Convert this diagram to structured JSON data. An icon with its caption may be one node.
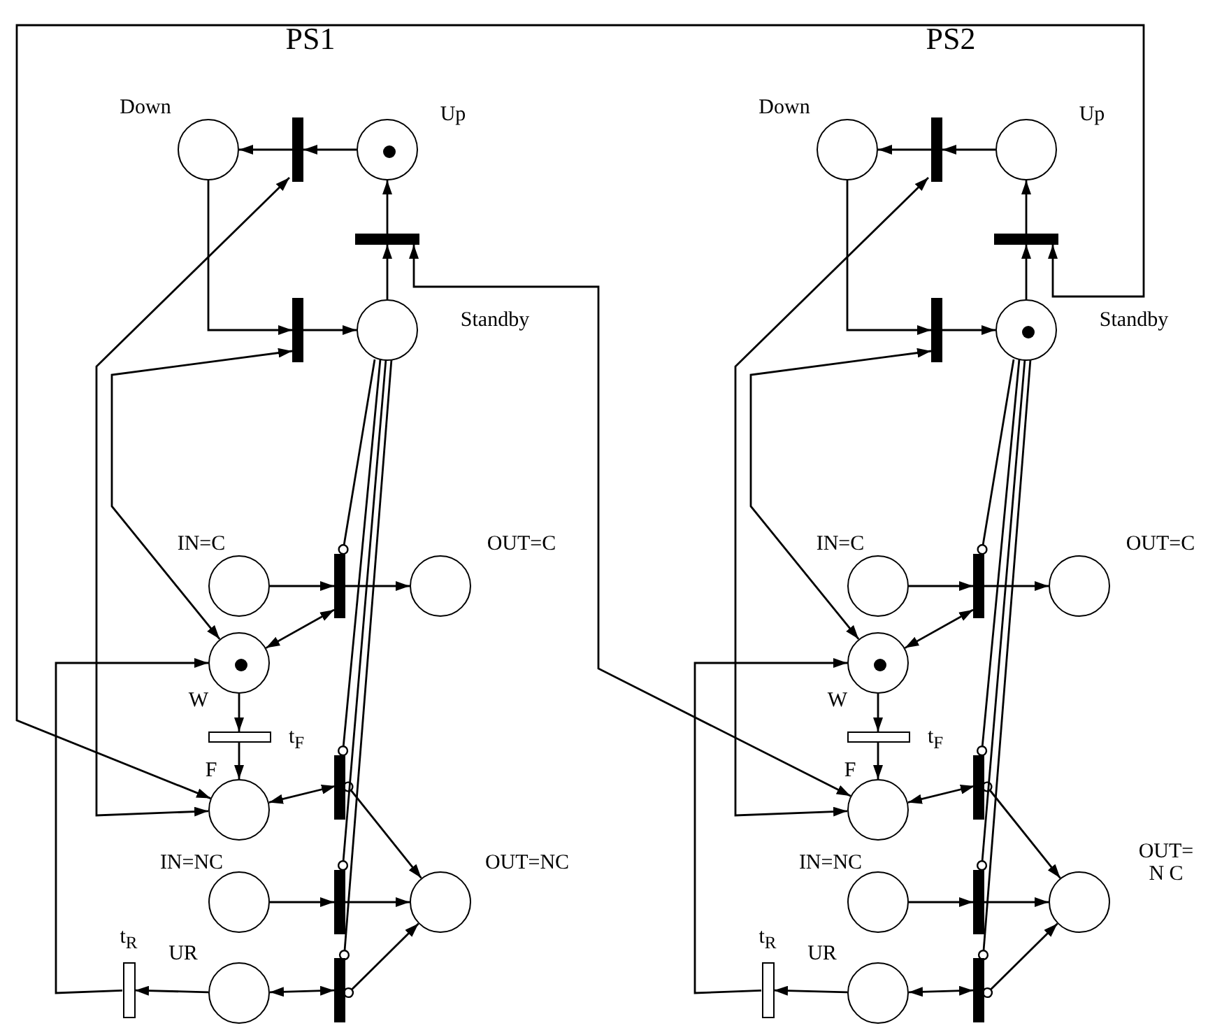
{
  "diagram": {
    "nodes": [
      {
        "text": [
          "Down"
        ]
      },
      {
        "text": [],
        "shape": "bar"
      },
      {
        "text": [
          "Up"
        ]
      },
      {
        "text": [],
        "shape": "bar"
      },
      {
        "text": [],
        "shape": "bar"
      },
      {
        "text": [
          "Standby"
        ]
      },
      {
        "text": [
          "IN=C"
        ]
      },
      {
        "text": [],
        "shape": "bar"
      },
      {
        "text": [
          "OUT=C"
        ]
      },
      {
        "text": [
          "W"
        ]
      },
      {
        "text": [
          "t$_{F}$"
        ]
      },
      {
        "text": [
          "F"
        ]
      },
      {
        "text": [],
        "shape": "bar"
      },
      {
        "text": [
          "IN=NC"
        ]
      },
      {
        "text": [],
        "shape": "bar"
      },
      {
        "text": [
          "OUT=NC"
        ]
      },
      {
        "text": [
          "t$_{R}$"
        ]
      },
      {
        "text": [
          "UR"
        ]
      },
      {
        "text": [],
        "shape": "bar"
      },
      {
        "text": [
          "Down"
        ]
      },
      {
        "text": [],
        "shape": "bar"
      },
      {
        "text": [
          "Up"
        ]
      },
      {
        "text": [],
        "shape": "bar"
      },
      {
        "text": [],
        "shape": "bar"
      },
      {
        "text": [
          "Standby"
        ]
      },
      {
        "text": [
          "IN=C"
        ]
      },
      {
        "text": [],
        "shape": "bar"
      },
      {
        "text": [
          "OUT=C"
        ]
      },
      {
        "text": [
          "W"
        ]
      },
      {
        "text": [
          "t$_{F}$"
        ]
      },
      {
        "text": [
          "F"
        ]
      },
      {
        "text": [],
        "shape": "bar"
      },
      {
        "text": [
          "IN=NC"
        ]
      },
      {
        "text": [],
        "shape": "bar"
      },
      {
        "text": [
          "OUT=N C"
        ]
      },
      {
        "text": [
          "t$_{R}$"
        ]
      },
      {
        "text": [
          "UR"
        ]
      },
      {
        "text": [],
        "shape": "bar"
      }
    ],
    "edges": [
      {
        "from": 2,
        "to": 1,
        "arrow": "to"
      },
      {
        "from": 1,
        "to": 0,
        "arrow": "to"
      },
      {
        "from": 0,
        "to": 4,
        "arrow": "to"
      },
      {
        "from": 4,
        "to": 5,
        "arrow": "to"
      },
      {
        "from": 5,
        "to": 3,
        "arrow": "to"
      },
      {
        "from": 3,
        "to": 2,
        "arrow": "to"
      },
      {
        "from": 6,
        "to": 7,
        "arrow": "to"
      },
      {
        "from": 7,
        "to": 8,
        "arrow": "to"
      },
      {
        "from": 9,
        "to": 7,
        "arrow": "both"
      },
      {
        "from": 5,
        "to": 7,
        "arrow": "other"
      },
      {
        "from": 9,
        "to": 10,
        "arrow": "to"
      },
      {
        "from": 10,
        "to": 11,
        "arrow": "to"
      },
      {
        "from": 11,
        "to": 12,
        "arrow": "both"
      },
      {
        "from": 5,
        "to": 12,
        "arrow": "other"
      },
      {
        "from": 12,
        "to": 15,
        "arrow": "to"
      },
      {
        "from": 13,
        "to": 14,
        "arrow": "to"
      },
      {
        "from": 14,
        "to": 15,
        "arrow": "to"
      },
      {
        "from": 5,
        "to": 14,
        "arrow": "other"
      },
      {
        "from": 17,
        "to": 18,
        "arrow": "both"
      },
      {
        "from": 5,
        "to": 18,
        "arrow": "other"
      },
      {
        "from": 18,
        "to": 15,
        "arrow": "to"
      },
      {
        "from": 17,
        "to": 16,
        "arrow": "to"
      },
      {
        "from": 16,
        "to": 9,
        "arrow": "to"
      },
      {
        "from": 1,
        "to": 11,
        "arrow": "both"
      },
      {
        "from": 4,
        "to": 9,
        "arrow": "both"
      },
      {
        "from": 21,
        "to": 20,
        "arrow": "to"
      },
      {
        "from": 20,
        "to": 19,
        "arrow": "to"
      },
      {
        "from": 19,
        "to": 23,
        "arrow": "to"
      },
      {
        "from": 23,
        "to": 24,
        "arrow": "to"
      },
      {
        "from": 24,
        "to": 22,
        "arrow": "to"
      },
      {
        "from": 22,
        "to": 21,
        "arrow": "to"
      },
      {
        "from": 25,
        "to": 26,
        "arrow": "to"
      },
      {
        "from": 26,
        "to": 27,
        "arrow": "to"
      },
      {
        "from": 28,
        "to": 26,
        "arrow": "both"
      },
      {
        "from": 24,
        "to": 26,
        "arrow": "other"
      },
      {
        "from": 28,
        "to": 29,
        "arrow": "to"
      },
      {
        "from": 29,
        "to": 30,
        "arrow": "to"
      },
      {
        "from": 30,
        "to": 31,
        "arrow": "both"
      },
      {
        "from": 24,
        "to": 31,
        "arrow": "other"
      },
      {
        "from": 31,
        "to": 34,
        "arrow": "to"
      },
      {
        "from": 32,
        "to": 33,
        "arrow": "to"
      },
      {
        "from": 33,
        "to": 34,
        "arrow": "to"
      },
      {
        "from": 24,
        "to": 33,
        "arrow": "other"
      },
      {
        "from": 36,
        "to": 37,
        "arrow": "both"
      },
      {
        "from": 24,
        "to": 37,
        "arrow": "other"
      },
      {
        "from": 37,
        "to": 34,
        "arrow": "to"
      },
      {
        "from": 36,
        "to": 35,
        "arrow": "to"
      },
      {
        "from": 35,
        "to": 28,
        "arrow": "to"
      },
      {
        "from": 20,
        "to": 30,
        "arrow": "both"
      },
      {
        "from": 23,
        "to": 28,
        "arrow": "both"
      },
      {
        "from": 3,
        "to": 30,
        "arrow": "both"
      },
      {
        "from": 22,
        "to": 11,
        "arrow": "both"
      }
    ],
    "labels": [
      "PS1",
      "PS2"
    ]
  }
}
